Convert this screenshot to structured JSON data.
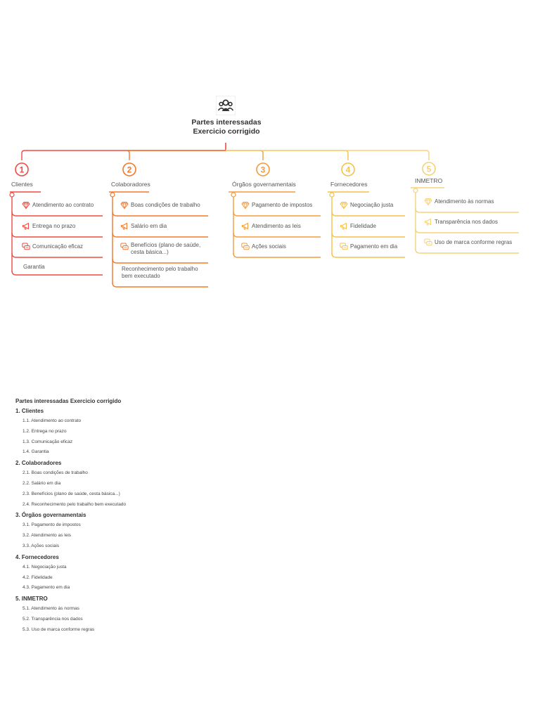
{
  "root": {
    "title_line1": "Partes interessadas",
    "title_line2": "Exercicio corrigido",
    "icon": "people-group-icon"
  },
  "colors": {
    "b1": "#f04a41",
    "b2": "#f3782a",
    "b3": "#f59b3b",
    "b4": "#f5c14a",
    "b5": "#f5d27a"
  },
  "branches": [
    {
      "num": "1",
      "label": "Clientes",
      "items": [
        {
          "text": "Atendimento ao contrato",
          "icon": "diamond-icon"
        },
        {
          "text": "Entrega no prazo",
          "icon": "megaphone-icon"
        },
        {
          "text": "Comunicação eficaz",
          "icon": "chat-bubbles-icon"
        },
        {
          "text": "Garantia",
          "icon": ""
        }
      ]
    },
    {
      "num": "2",
      "label": "Colaboradores",
      "items": [
        {
          "text": "Boas condições de trabalho",
          "icon": "diamond-icon"
        },
        {
          "text": "Salário em dia",
          "icon": "megaphone-icon"
        },
        {
          "text": "Benefícios (plano de saúde, cesta básica...)",
          "icon": "chat-bubbles-icon"
        },
        {
          "text": "Reconhecimento pelo trabalho bem executado",
          "icon": ""
        }
      ]
    },
    {
      "num": "3",
      "label": "Órgãos governamentais",
      "items": [
        {
          "text": "Pagamento de impostos",
          "icon": "diamond-icon"
        },
        {
          "text": "Atendimento as leis",
          "icon": "megaphone-icon"
        },
        {
          "text": "Ações sociais",
          "icon": "chat-bubbles-icon"
        }
      ]
    },
    {
      "num": "4",
      "label": "Fornecedores",
      "items": [
        {
          "text": "Negociação justa",
          "icon": "diamond-icon"
        },
        {
          "text": "Fidelidade",
          "icon": "megaphone-icon"
        },
        {
          "text": "Pagamento em dia",
          "icon": "chat-bubbles-icon"
        }
      ]
    },
    {
      "num": "5",
      "label": "INMETRO",
      "items": [
        {
          "text": "Atendimento às normas",
          "icon": "diamond-icon"
        },
        {
          "text": "Transparência nos dados",
          "icon": "megaphone-icon"
        },
        {
          "text": "Uso de marca conforme regras",
          "icon": "chat-bubbles-icon"
        }
      ]
    }
  ],
  "outline": {
    "title": "Partes interessadas Exercicio corrigido",
    "groups": [
      {
        "label": "1. Clientes",
        "items": [
          "1.1. Atendimento ao contrato",
          "1.2. Entrega no prazo",
          "1.3. Comunicação eficaz",
          "1.4. Garantia"
        ]
      },
      {
        "label": "2. Colaboradores",
        "items": [
          "2.1. Boas condições de trabalho",
          "2.2. Salário em dia",
          "2.3. Benefícios (plano de saúde, cesta básica...)",
          "2.4. Reconhecimento pelo trabalho bem executado"
        ]
      },
      {
        "label": "3. Órgãos governamentais",
        "items": [
          "3.1. Pagamento de impostos",
          "3.2. Atendimento as leis",
          "3.3. Ações sociais"
        ]
      },
      {
        "label": "4. Fornecedores",
        "items": [
          "4.1. Negociação justa",
          "4.2. Fidelidade",
          "4.3. Pagamento em dia"
        ]
      },
      {
        "label": "5. INMETRO",
        "items": [
          "5.1. Atendimento às normas",
          "5.2. Transparência nos dados",
          "5.3. Uso de marca conforme regras"
        ]
      }
    ]
  }
}
